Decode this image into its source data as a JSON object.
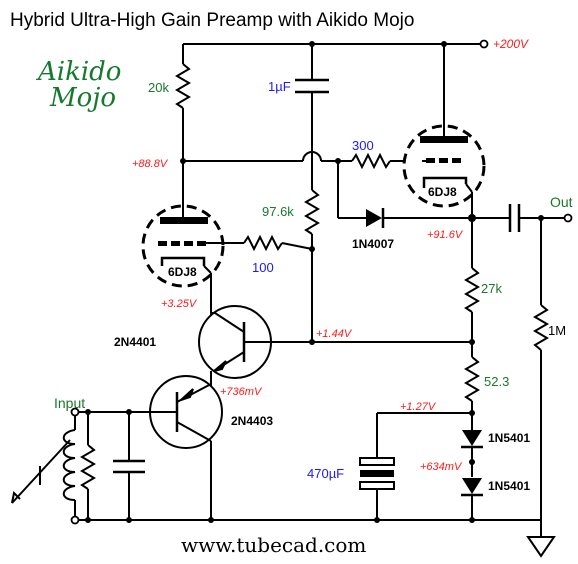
{
  "title": "Hybrid Ultra-High Gain Preamp with Aikido Mojo",
  "logo": {
    "line1": "Aikido",
    "line2": "Mojo"
  },
  "website": "www.tubecad.com",
  "io": {
    "input": "Input",
    "output": "Out"
  },
  "supply": "+200V",
  "components": {
    "r_plate": "20k",
    "c_coupling_top": "1µF",
    "r_grid_top": "300",
    "r_divider": "97.6k",
    "diode_1": "1N4007",
    "r_grid_bottom": "100",
    "r_cathode": "27k",
    "r_load": "1M",
    "r_bias": "52.3",
    "c_bypass": "470µF",
    "diode_2": "1N5401",
    "diode_3": "1N5401",
    "q_upper": "2N4401",
    "q_lower": "2N4403",
    "tube_upper": "6DJ8",
    "tube_lower": "6DJ8"
  },
  "voltages": {
    "v_plate": "+88.8V",
    "v_out_node": "+91.6V",
    "v_cathode_lower": "+3.25V",
    "v_base": "+1.44V",
    "v_emitter": "+736mV",
    "v_bias_node": "+1.27V",
    "v_diode_mid": "+634mV"
  }
}
